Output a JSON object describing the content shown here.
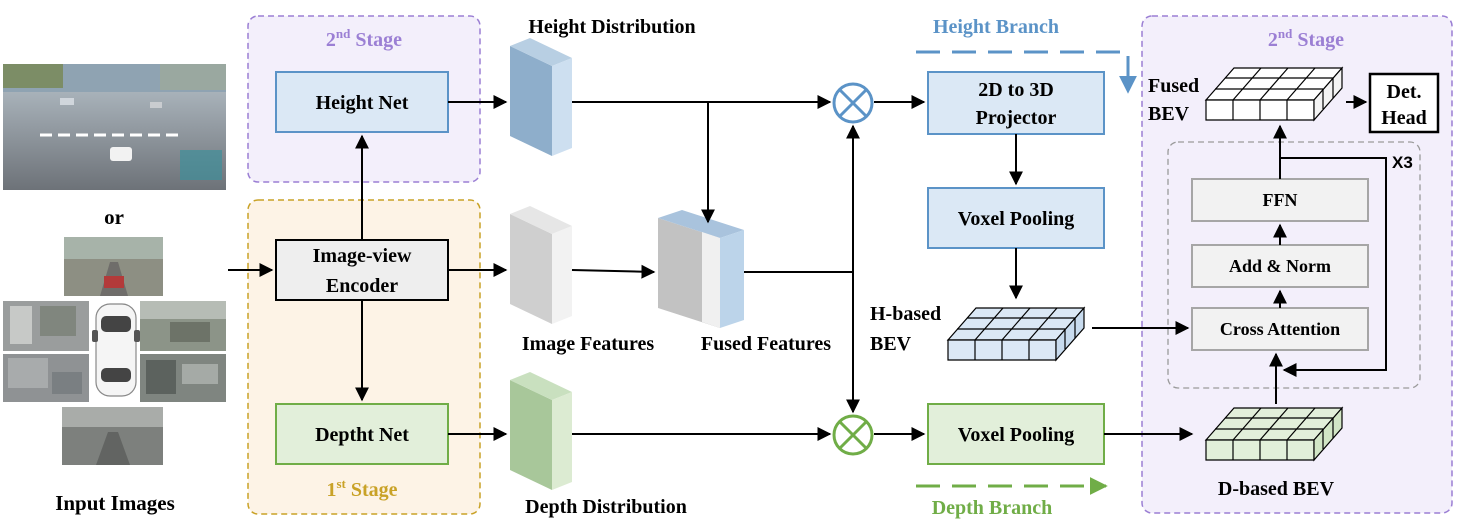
{
  "colors": {
    "blue_stroke": "#5b93c7",
    "blue_fill": "#dbe8f5",
    "green_stroke": "#70ad47",
    "green_fill": "#e2efda",
    "purple_stroke": "#9b7fd4",
    "purple_fill": "#f3effb",
    "orange_stroke": "#c9a227",
    "orange_fill": "#fdf3e6",
    "gray_fill": "#eeeeee",
    "stage_text_purple": "#9b7fd4",
    "stage_text_orange": "#c9a227"
  },
  "inputs": {
    "or_label": "or",
    "input_images_label": "Input Images",
    "images": [
      "traffic-intersection-photo",
      "front-camera-photo",
      "left-front-camera-photo",
      "right-front-camera-photo",
      "left-rear-camera-photo",
      "right-rear-camera-photo",
      "rear-camera-photo",
      "car-top-view-icon"
    ]
  },
  "stage_left_top": {
    "label_main": "2",
    "label_sup": "nd",
    "label_rest": " Stage"
  },
  "stage_left_bottom": {
    "label_main": "1",
    "label_sup": "st",
    "label_rest": " Stage"
  },
  "stage_right": {
    "label_main": "2",
    "label_sup": "nd",
    "label_rest": " Stage"
  },
  "nodes": {
    "height_net": "Height Net",
    "encoder_line1": "Image-view",
    "encoder_line2": "Encoder",
    "depth_net": "Deptht Net",
    "projector_line1": "2D to 3D",
    "projector_line2": "Projector",
    "voxel_pooling_top": "Voxel Pooling",
    "voxel_pooling_bottom": "Voxel Pooling",
    "ffn": "FFN",
    "add_norm": "Add & Norm",
    "cross_attention": "Cross Attention",
    "det_head_line1": "Det.",
    "det_head_line2": "Head"
  },
  "labels": {
    "height_distribution": "Height Distribution",
    "depth_distribution": "Depth Distribution",
    "image_features": "Image Features",
    "fused_features": "Fused Features",
    "height_branch": "Height Branch",
    "depth_branch": "Depth Branch",
    "h_bev_line1": "H-based",
    "h_bev_line2": "BEV",
    "d_bev": "D-based BEV",
    "fused_bev_line1": "Fused",
    "fused_bev_line2": "BEV",
    "repeat": "X3"
  },
  "operators": {
    "multiply_symbol": "×"
  }
}
